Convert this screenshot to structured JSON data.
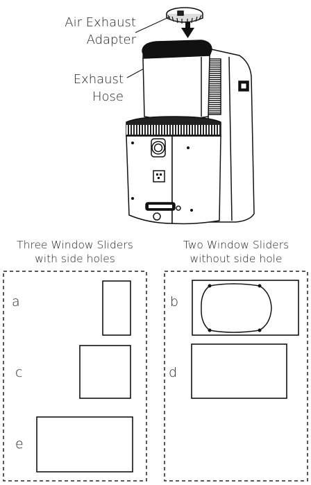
{
  "callouts": {
    "adapter_line1": "Air Exhaust",
    "adapter_line2": "Adapter",
    "hose_line1": "Exhaust",
    "hose_line2": "Hose"
  },
  "groups": {
    "three": {
      "line1": "Three Window Sliders",
      "line2": "with side holes"
    },
    "two": {
      "line1": "Two Window Sliders",
      "line2": "without side hole"
    }
  },
  "sliders": [
    {
      "letter": "a",
      "group": "three"
    },
    {
      "letter": "b",
      "group": "two"
    },
    {
      "letter": "c",
      "group": "three"
    },
    {
      "letter": "d",
      "group": "two"
    },
    {
      "letter": "e",
      "group": "three"
    }
  ]
}
